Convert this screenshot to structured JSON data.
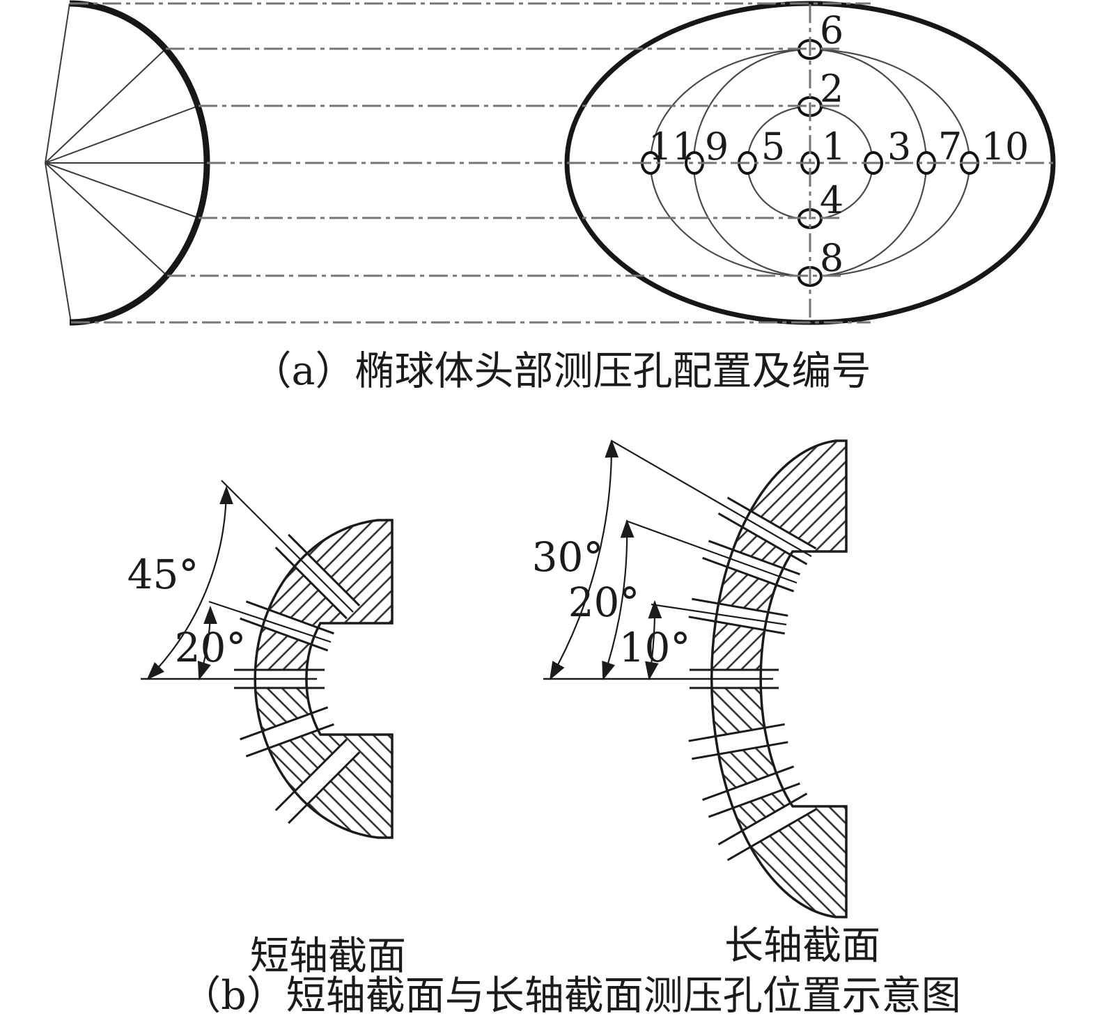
{
  "figure_a": {
    "caption": "（a）椭球体头部测压孔配置及编号",
    "hole_labels": [
      "1",
      "2",
      "3",
      "4",
      "5",
      "6",
      "7",
      "8",
      "9",
      "10",
      "11"
    ]
  },
  "figure_b": {
    "left_section_label": "短轴截面",
    "right_section_label": "长轴截面",
    "left_angles": {
      "a45": "45°",
      "a20": "20°"
    },
    "right_angles": {
      "a30": "30°",
      "a20": "20°",
      "a10": "10°"
    },
    "caption": "（b）短轴截面与长轴截面测压孔位置示意图"
  },
  "colors": {
    "main_line": "#1b1b1b",
    "thin_curve": "#4a4a4a",
    "centerline": "#757575"
  }
}
